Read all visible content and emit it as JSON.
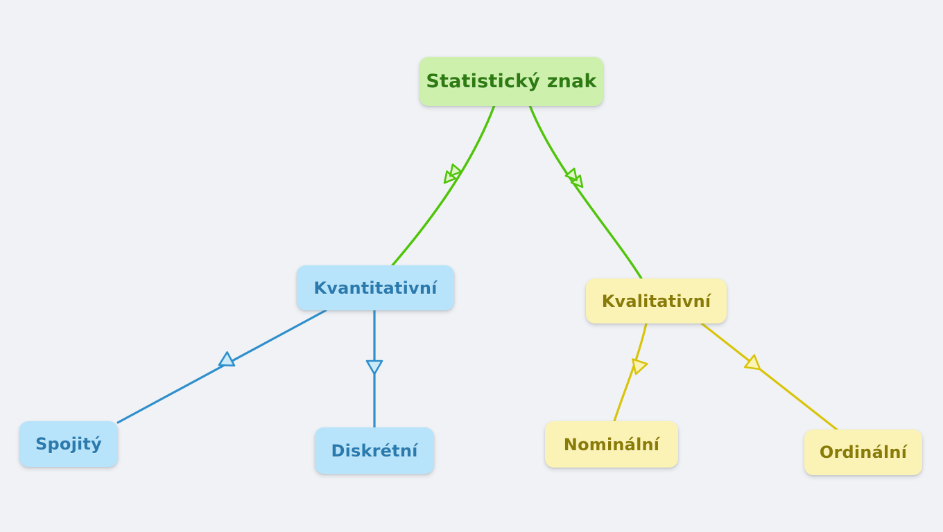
{
  "diagram": {
    "title": "Statistický znak",
    "background_color": "#f0f2f5",
    "type": "hierarchy-tree",
    "nodes": [
      {
        "id": "root",
        "label": "Statistický znak",
        "fill": "#cdf0ad",
        "text_color": "#2d7a12"
      },
      {
        "id": "kvant",
        "label": "Kvantitativní",
        "fill": "#b8e4fb",
        "text_color": "#2b7aad"
      },
      {
        "id": "kval",
        "label": "Kvalitativní",
        "fill": "#fbf2b5",
        "text_color": "#897b08"
      },
      {
        "id": "spoj",
        "label": "Spojitý",
        "fill": "#b8e4fb",
        "text_color": "#2b7aad"
      },
      {
        "id": "disk",
        "label": "Diskrétní",
        "fill": "#b8e4fb",
        "text_color": "#2b7aad"
      },
      {
        "id": "nomin",
        "label": "Nominální",
        "fill": "#fbf2b5",
        "text_color": "#897b08"
      },
      {
        "id": "ordin",
        "label": "Ordinální",
        "fill": "#fbf2b5",
        "text_color": "#897b08"
      }
    ],
    "edges": [
      {
        "id": "root-kvant",
        "from": "root",
        "to": "kvant",
        "color": "#4fc409",
        "arrow": "double-chevron"
      },
      {
        "id": "root-kval",
        "from": "root",
        "to": "kval",
        "color": "#4fc409",
        "arrow": "double-chevron"
      },
      {
        "id": "kvant-spoj",
        "from": "kvant",
        "to": "spoj",
        "color": "#2e8fcc",
        "arrow": "triangle"
      },
      {
        "id": "kvant-disk",
        "from": "kvant",
        "to": "disk",
        "color": "#2e8fcc",
        "arrow": "triangle"
      },
      {
        "id": "kval-nomin",
        "from": "kval",
        "to": "nomin",
        "color": "#d9c40a",
        "arrow": "triangle"
      },
      {
        "id": "kval-ordin",
        "from": "kval",
        "to": "ordin",
        "color": "#d9c40a",
        "arrow": "triangle"
      }
    ]
  }
}
